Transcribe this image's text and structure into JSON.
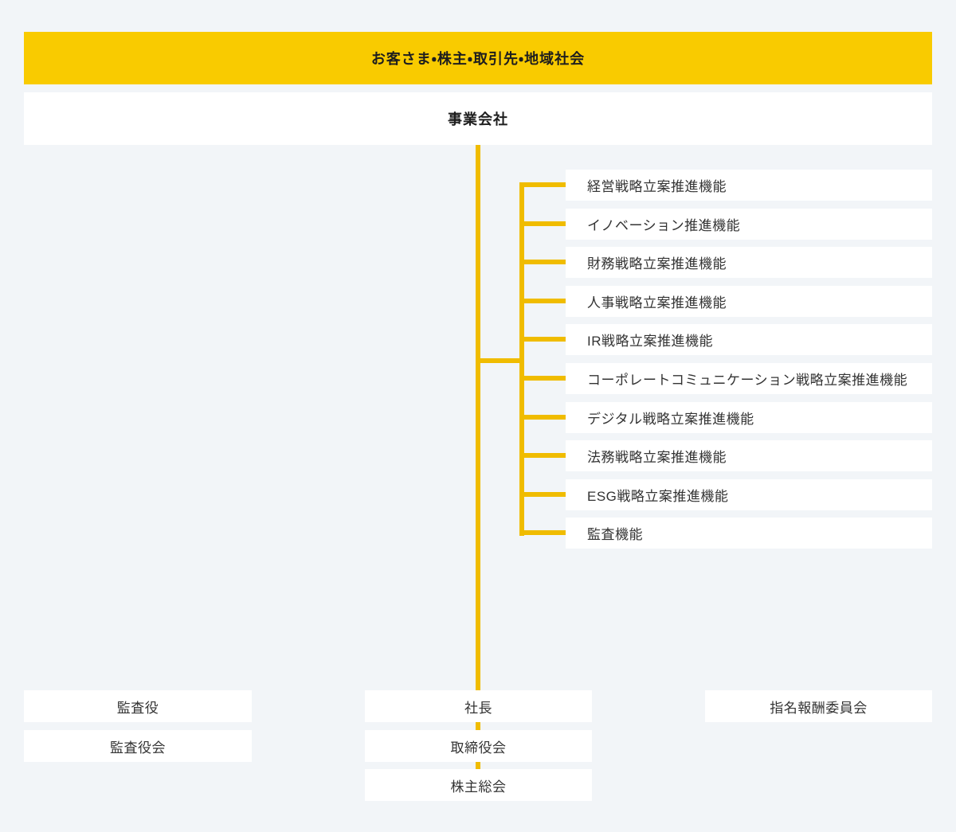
{
  "colors": {
    "background": "#F2F5F8",
    "banner": "#F9CB00",
    "line": "#F0BC00",
    "box": "#FFFFFF",
    "text": "#333333",
    "heading": "#1E1E1E"
  },
  "banner": {
    "label": "お客さま・株主・取引先・地域社会"
  },
  "company": {
    "label": "事業会社"
  },
  "functions": {
    "items": [
      "経営戦略立案推進機能",
      "イノベーション推進機能",
      "財務戦略立案推進機能",
      "人事戦略立案推進機能",
      "IR戦略立案推進機能",
      "コーポレートコミュニケーション戦略立案推進機能",
      "デジタル戦略立案推進機能",
      "法務戦略立案推進機能",
      "ESG戦略立案推進機能",
      "監査機能"
    ]
  },
  "bottom": {
    "left": [
      "監査役",
      "監査役会"
    ],
    "center": [
      "社長",
      "取締役会",
      "株主総会"
    ],
    "right": [
      "指名報酬委員会"
    ]
  }
}
